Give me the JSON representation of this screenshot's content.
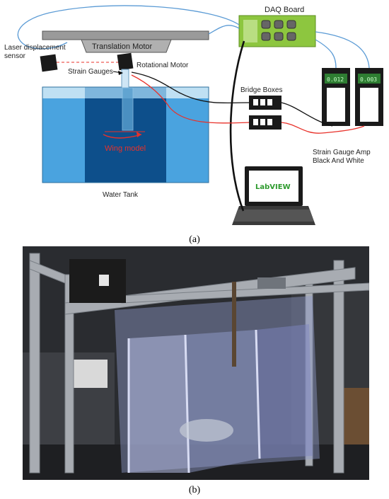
{
  "diagram": {
    "daq_board": "DAQ Board",
    "laser_sensor_line1": "Laser displacement",
    "laser_sensor_line2": "sensor",
    "translation_motor": "Translation Motor",
    "strain_gauges": "Strain Gauges",
    "rotational_motor": "Rotational Motor",
    "bridge_boxes": "Bridge Boxes",
    "amp_line1": "Strain Gauge Amp",
    "amp_line2": "Black And White",
    "amp_reading_1": "0.012",
    "amp_reading_2": "0.003",
    "wing_model": "Wing model",
    "water_tank": "Water Tank",
    "labview": "LabVIEW"
  },
  "captions": {
    "a": "(a)",
    "b": "(b)"
  },
  "colors": {
    "daq_green": "#8dc63f",
    "water_light": "#4aa3df",
    "water_dark": "#0d4f8b",
    "cable_blue": "#5b9bd5",
    "cable_red": "#e8312a",
    "cable_black": "#111111"
  }
}
